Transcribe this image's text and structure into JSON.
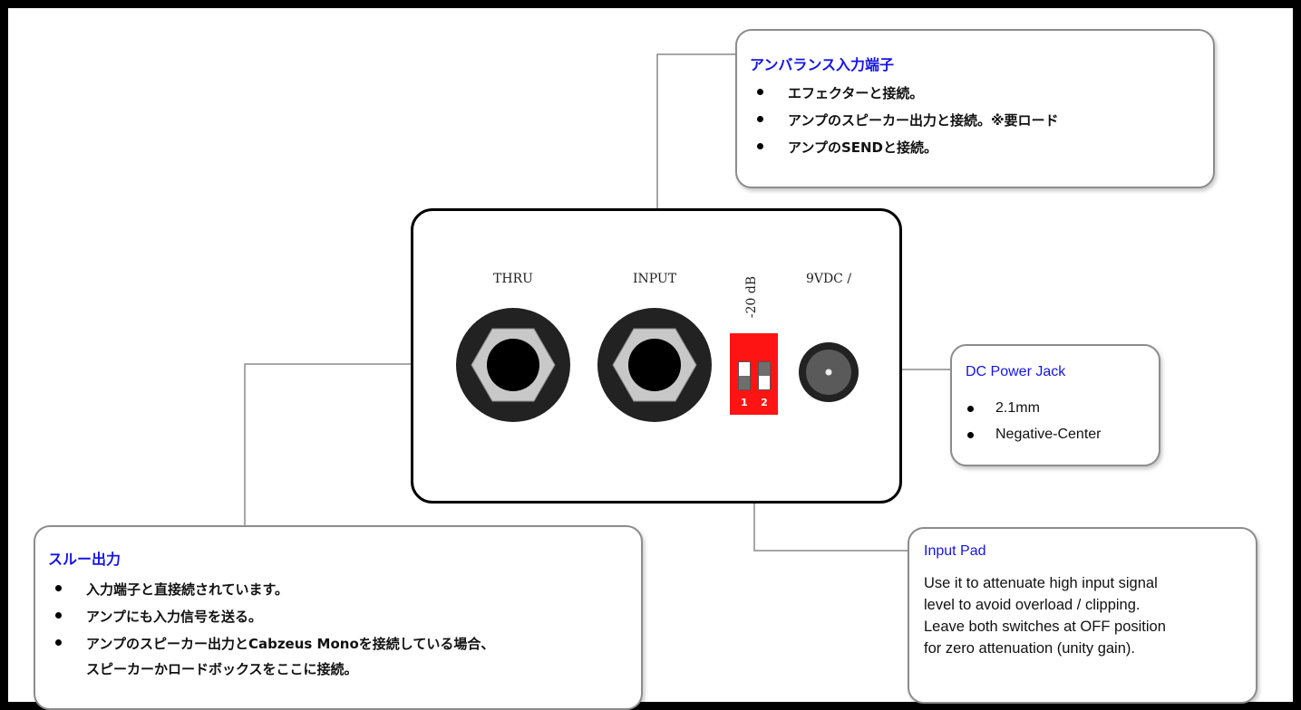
{
  "panel": {
    "thru_label": "THRU",
    "input_label": "INPUT",
    "pad_label": "-20 dB",
    "dc_label": "9VDC /",
    "dip_numbers": [
      "1",
      "2"
    ]
  },
  "callouts": {
    "unbalanced_input": {
      "title": "アンバランス入力端子",
      "items": [
        "エフェクターと接続。",
        "アンプのスピーカー出力と接続。※要ロード",
        "アンプのSENDと接続。"
      ]
    },
    "dc_power": {
      "title": "DC Power Jack",
      "items": [
        "2.1mm",
        "Negative-Center"
      ]
    },
    "thru_output": {
      "title": "スルー出力",
      "items": [
        "入力端子と直接続されています。",
        "アンプにも入力信号を送る。",
        "アンプのスピーカー出力とCabzeus Monoを接続している場合、",
        "スピーカーかロードボックスをここに接続。"
      ]
    },
    "input_pad": {
      "title": "Input Pad",
      "lines": [
        "Use it to attenuate high input signal",
        "level to avoid overload / clipping.",
        "Leave both switches at OFF position",
        "for zero attenuation (unity gain)."
      ]
    }
  },
  "colors": {
    "title_blue": "#1515e6",
    "dip_red": "#ff1414",
    "jack_dark": "#222222",
    "hex_nut": "#c8c8c8",
    "callout_border": "#8c8c8c"
  }
}
